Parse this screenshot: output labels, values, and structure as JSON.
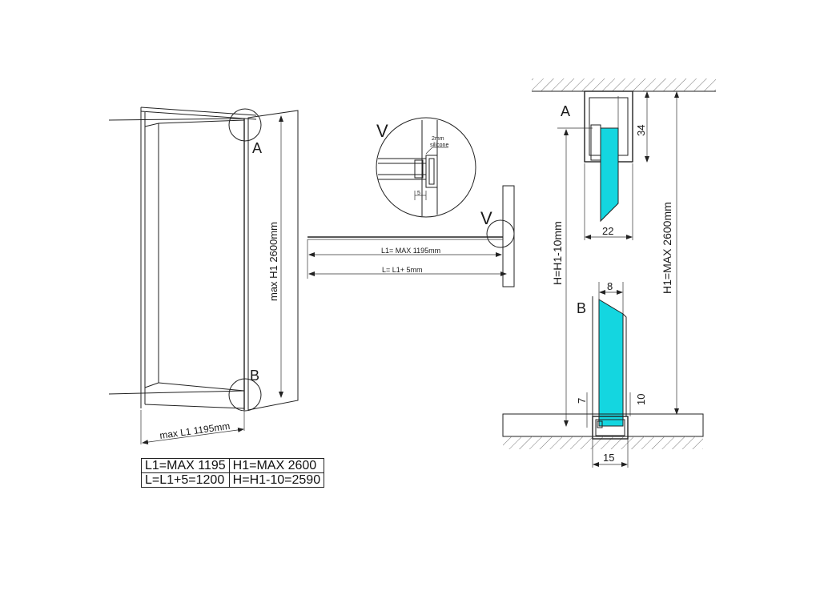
{
  "labels": {
    "a_left": "A",
    "b_left": "B",
    "max_h1": "max H1 2600mm",
    "max_l1": "max L1 1195mm",
    "v_detail": "V",
    "v_plan": "V",
    "silicone_a": "2mm",
    "silicone_b": "silicone",
    "dim_5": "5",
    "l1_plan": "L1= MAX 1195mm",
    "l_plan": "L= L1+ 5mm",
    "a_right": "A",
    "b_right": "B",
    "dim_34": "34",
    "dim_22": "22",
    "dim_8": "8",
    "dim_7": "7",
    "dim_10": "10",
    "dim_15": "15",
    "h_dim": "H=H1-10mm",
    "h1_dim": "H1=MAX 2600mm"
  },
  "table": {
    "rows": [
      [
        "L1=MAX 1195",
        "H1=MAX 2600"
      ],
      [
        "L=L1+5=1200",
        "H=H1-10=2590"
      ]
    ]
  }
}
